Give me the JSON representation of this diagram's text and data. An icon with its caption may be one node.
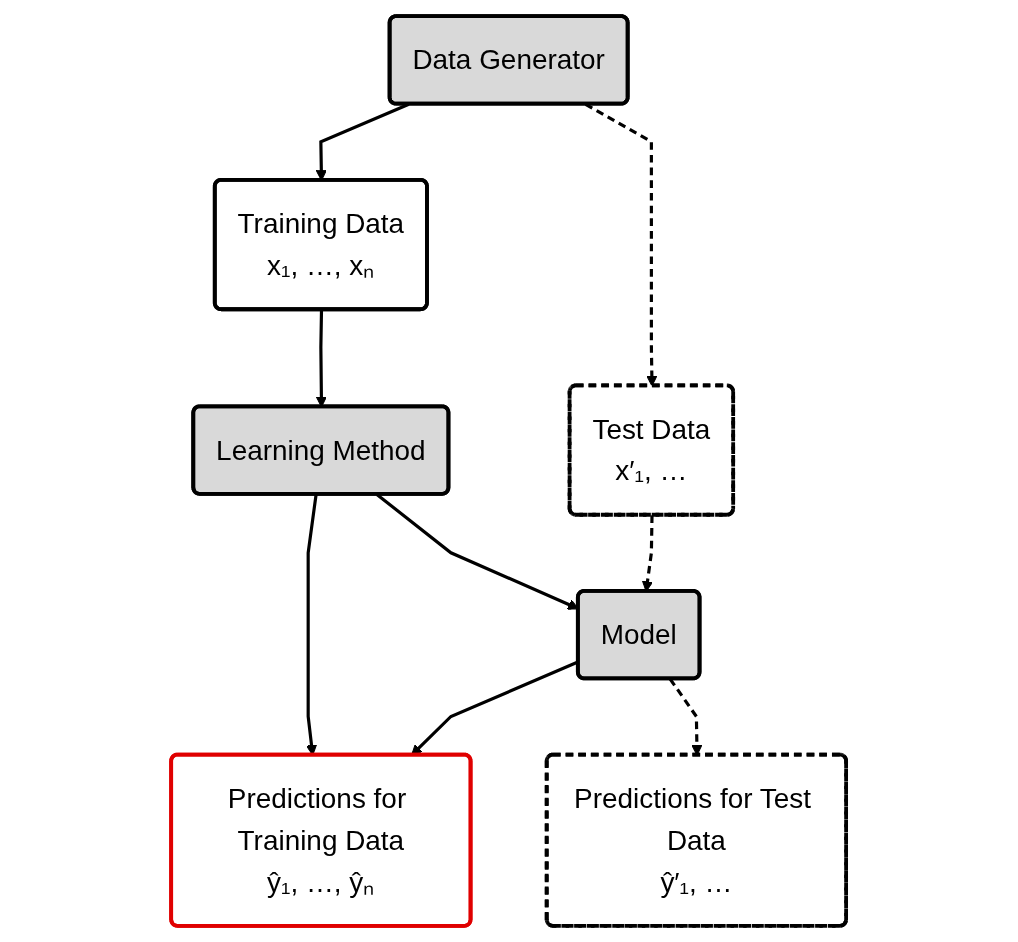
{
  "diagram": {
    "nodes": [
      {
        "text": [
          "Data Generator"
        ]
      },
      {
        "text": [
          "Training Data",
          "x₁, …, xₙ"
        ]
      },
      {
        "text": [
          "Test Data",
          "x′₁, …"
        ]
      },
      {
        "text": [
          "Learning Method"
        ]
      },
      {
        "text": [
          "Predictions for Training Data",
          "ŷ₁, …, ŷₙ"
        ]
      },
      {
        "text": [
          "Model"
        ]
      },
      {
        "text": [
          "Predictions for Test Data",
          "ŷ′₁, …"
        ]
      }
    ],
    "edges": [
      {
        "from": 0,
        "to": 1,
        "arrow": "to"
      },
      {
        "from": 0,
        "to": 2,
        "arrow": "to",
        "style": "dashed"
      },
      {
        "from": 1,
        "to": 3,
        "arrow": "to"
      },
      {
        "from": 3,
        "to": 4,
        "arrow": "to"
      },
      {
        "from": 3,
        "to": 5,
        "arrow": "to"
      },
      {
        "from": 2,
        "to": 5,
        "arrow": "to",
        "style": "dashed"
      },
      {
        "from": 5,
        "to": 4,
        "arrow": "to"
      },
      {
        "from": 5,
        "to": 6,
        "arrow": "to",
        "style": "dashed"
      }
    ]
  }
}
